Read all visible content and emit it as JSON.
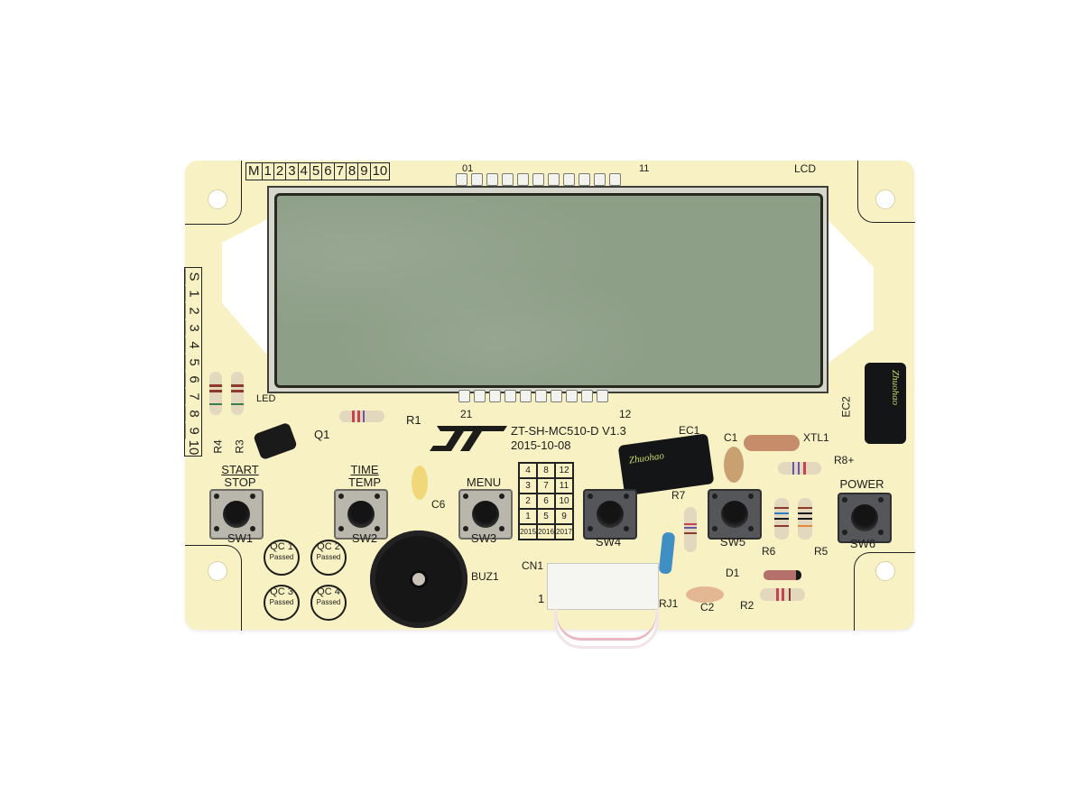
{
  "photo": {
    "subject": "LCD control PCB",
    "background_color": "#ffffff",
    "board_color": "#f7f1c4",
    "lcd_color": "#8e9f88"
  },
  "board": {
    "model": "ZT-SH-MC510-D V1.3",
    "date": "2015-10-08",
    "lcd_designator": "LCD",
    "led_designator": "LED",
    "top_strip": [
      "M",
      "1",
      "2",
      "3",
      "4",
      "5",
      "6",
      "7",
      "8",
      "9",
      "10"
    ],
    "side_strip": [
      "S",
      "1",
      "2",
      "3",
      "4",
      "5",
      "6",
      "7",
      "8",
      "9",
      "10"
    ],
    "lcd_pin_labels": {
      "top_left": "01",
      "top_right": "11",
      "bottom_left": "21",
      "bottom_right": "12"
    },
    "date_grid": {
      "years": [
        "2015",
        "2016",
        "2017"
      ],
      "rows": [
        [
          "1",
          "2",
          "3",
          "4"
        ],
        [
          "5",
          "6",
          "7",
          "8"
        ],
        [
          "9",
          "10",
          "11",
          "12"
        ]
      ]
    }
  },
  "buttons": [
    {
      "label_top": "START",
      "label_bottom": "STOP",
      "designator": "SW1"
    },
    {
      "label_top": "TIME",
      "label_bottom": "TEMP",
      "designator": "SW2"
    },
    {
      "label_top": "MENU",
      "label_bottom": "",
      "designator": "SW3"
    },
    {
      "label_top": "",
      "label_bottom": "",
      "designator": "SW4"
    },
    {
      "label_top": "",
      "label_bottom": "",
      "designator": "SW5"
    },
    {
      "label_top": "POWER",
      "label_bottom": "",
      "designator": "SW6"
    }
  ],
  "qc_stamps": [
    {
      "title": "QC 1",
      "status": "Passed"
    },
    {
      "title": "QC 2",
      "status": "Passed"
    },
    {
      "title": "QC 3",
      "status": "Passed"
    },
    {
      "title": "QC 4",
      "status": "Passed"
    }
  ],
  "components": {
    "resistors": [
      "R1",
      "R2",
      "R3",
      "R4",
      "R5",
      "R6",
      "R7",
      "R8"
    ],
    "capacitors": [
      "C1",
      "C2",
      "C6",
      "EC1",
      "EC2"
    ],
    "others": {
      "transistor": "Q1",
      "buzzer": "BUZ1",
      "crystal": "XTL1",
      "diode": "D1",
      "connector": "CN1",
      "jumper": "RJ1",
      "connector_pin1": "1"
    },
    "ec_brand": "Zhuohao",
    "r8_polarity": "R8+"
  }
}
